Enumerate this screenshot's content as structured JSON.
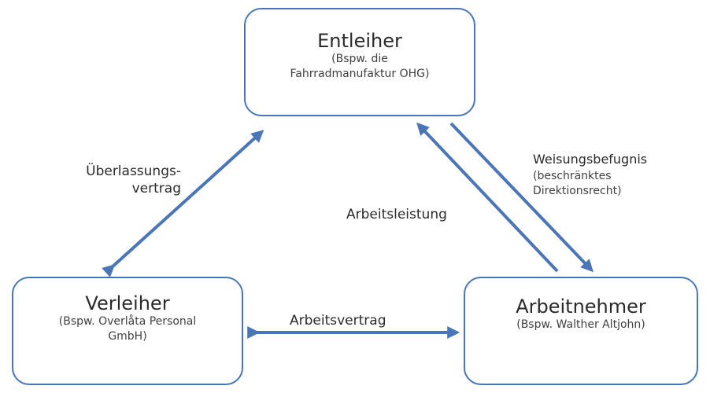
{
  "boxes": {
    "entleiher": {
      "title": "Entleiher",
      "sub_line1": "(Bspw. die",
      "sub_line2": "Fahrradmanufaktur OHG)"
    },
    "verleiher": {
      "title": "Verleiher",
      "sub_line1": "(Bspw. Overlåta Personal",
      "sub_line2": "GmbH)"
    },
    "arbeitnehmer": {
      "title": "Arbeitnehmer",
      "sub_line1": "(Bspw. Walther Altjohn)"
    }
  },
  "relations": {
    "ueberlassung_line1": "Überlassungs-",
    "ueberlassung_line2": "vertrag",
    "arbeitsleistung": "Arbeitsleistung",
    "weisung_title": "Weisungsbefugnis",
    "weisung_sub_line1": "(beschränktes",
    "weisung_sub_line2": "Direktionsrecht)",
    "arbeitsvertrag": "Arbeitsvertrag"
  },
  "colors": {
    "arrow": "#4a76b8",
    "box_border": "#4a76b8"
  }
}
